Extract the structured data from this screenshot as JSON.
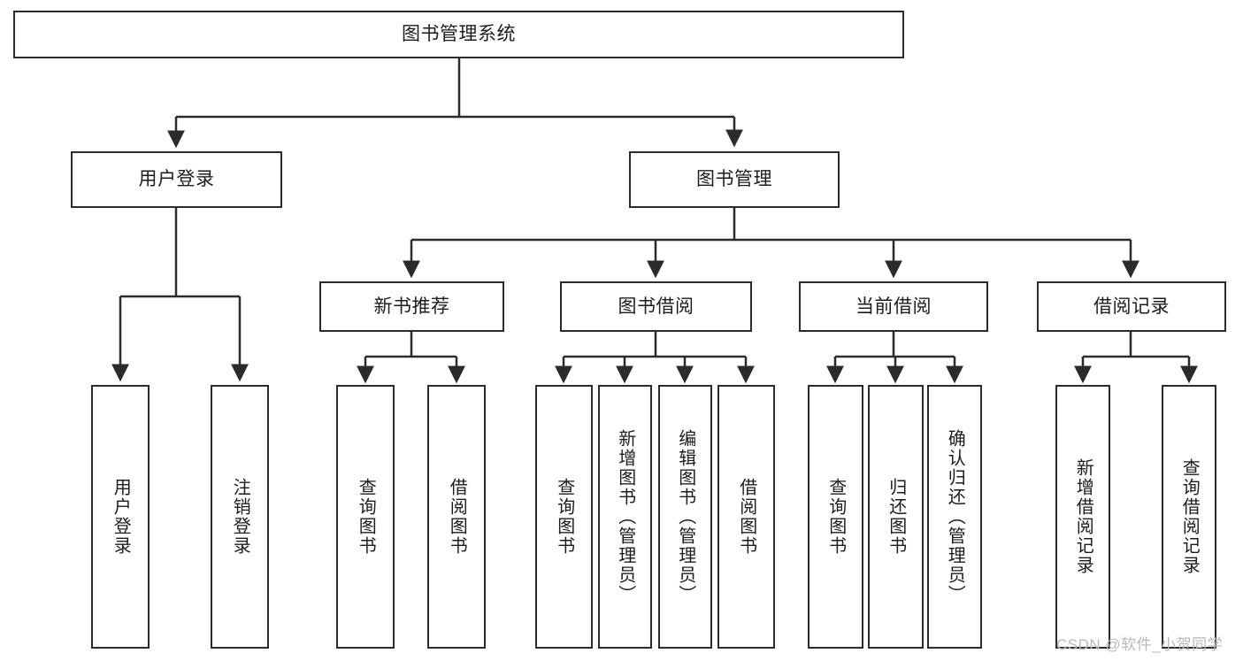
{
  "diagram": {
    "title": "图书管理系统",
    "type": "hierarchy-tree",
    "theme": {
      "background": "#ffffff",
      "box_border": "#2b2b2b",
      "box_fill": "#ffffff",
      "text": "#1c1c1c",
      "edge": "#2b2b2b",
      "watermark": "#b9b9b9"
    },
    "nodes": {
      "root": {
        "label": "图书管理系统",
        "level": 1,
        "orientation": "horizontal"
      },
      "user_login": {
        "label": "用户登录",
        "level": 2,
        "orientation": "horizontal"
      },
      "book_manage": {
        "label": "图书管理",
        "level": 2,
        "orientation": "horizontal"
      },
      "new_book_rec": {
        "label": "新书推荐",
        "level": 3,
        "orientation": "horizontal"
      },
      "book_borrow": {
        "label": "图书借阅",
        "level": 3,
        "orientation": "horizontal"
      },
      "current_borrow": {
        "label": "当前借阅",
        "level": 3,
        "orientation": "horizontal"
      },
      "borrow_record": {
        "label": "借阅记录",
        "level": 3,
        "orientation": "horizontal"
      },
      "leaf_user_login": {
        "label": "用户登录",
        "level": 4,
        "orientation": "vertical"
      },
      "leaf_logout": {
        "label": "注销登录",
        "level": 4,
        "orientation": "vertical"
      },
      "leaf_query_book_a": {
        "label": "查询图书",
        "level": 4,
        "orientation": "vertical"
      },
      "leaf_borrow_book_a": {
        "label": "借阅图书",
        "level": 4,
        "orientation": "vertical"
      },
      "leaf_query_book_b": {
        "label": "查询图书",
        "level": 4,
        "orientation": "vertical"
      },
      "leaf_add_book": {
        "label": "新增图书（管理员）",
        "level": 4,
        "orientation": "vertical"
      },
      "leaf_edit_book": {
        "label": "编辑图书（管理员）",
        "level": 4,
        "orientation": "vertical"
      },
      "leaf_borrow_book_b": {
        "label": "借阅图书",
        "level": 4,
        "orientation": "vertical"
      },
      "leaf_query_book_c": {
        "label": "查询图书",
        "level": 4,
        "orientation": "vertical"
      },
      "leaf_return_book": {
        "label": "归还图书",
        "level": 4,
        "orientation": "vertical"
      },
      "leaf_confirm_return": {
        "label": "确认归还（管理员）",
        "level": 4,
        "orientation": "vertical"
      },
      "leaf_add_record": {
        "label": "新增借阅记录",
        "level": 4,
        "orientation": "vertical"
      },
      "leaf_query_record": {
        "label": "查询借阅记录",
        "level": 4,
        "orientation": "vertical"
      }
    },
    "edges": [
      {
        "from": "root",
        "to": "user_login"
      },
      {
        "from": "root",
        "to": "book_manage"
      },
      {
        "from": "user_login",
        "to": "leaf_user_login"
      },
      {
        "from": "user_login",
        "to": "leaf_logout"
      },
      {
        "from": "book_manage",
        "to": "new_book_rec"
      },
      {
        "from": "book_manage",
        "to": "book_borrow"
      },
      {
        "from": "book_manage",
        "to": "current_borrow"
      },
      {
        "from": "book_manage",
        "to": "borrow_record"
      },
      {
        "from": "new_book_rec",
        "to": "leaf_query_book_a"
      },
      {
        "from": "new_book_rec",
        "to": "leaf_borrow_book_a"
      },
      {
        "from": "book_borrow",
        "to": "leaf_query_book_b"
      },
      {
        "from": "book_borrow",
        "to": "leaf_add_book"
      },
      {
        "from": "book_borrow",
        "to": "leaf_edit_book"
      },
      {
        "from": "book_borrow",
        "to": "leaf_borrow_book_b"
      },
      {
        "from": "current_borrow",
        "to": "leaf_query_book_c"
      },
      {
        "from": "current_borrow",
        "to": "leaf_return_book"
      },
      {
        "from": "current_borrow",
        "to": "leaf_confirm_return"
      },
      {
        "from": "borrow_record",
        "to": "leaf_add_record"
      },
      {
        "from": "borrow_record",
        "to": "leaf_query_record"
      }
    ]
  },
  "watermark": {
    "text": "CSDN @软件_小贺同学"
  }
}
